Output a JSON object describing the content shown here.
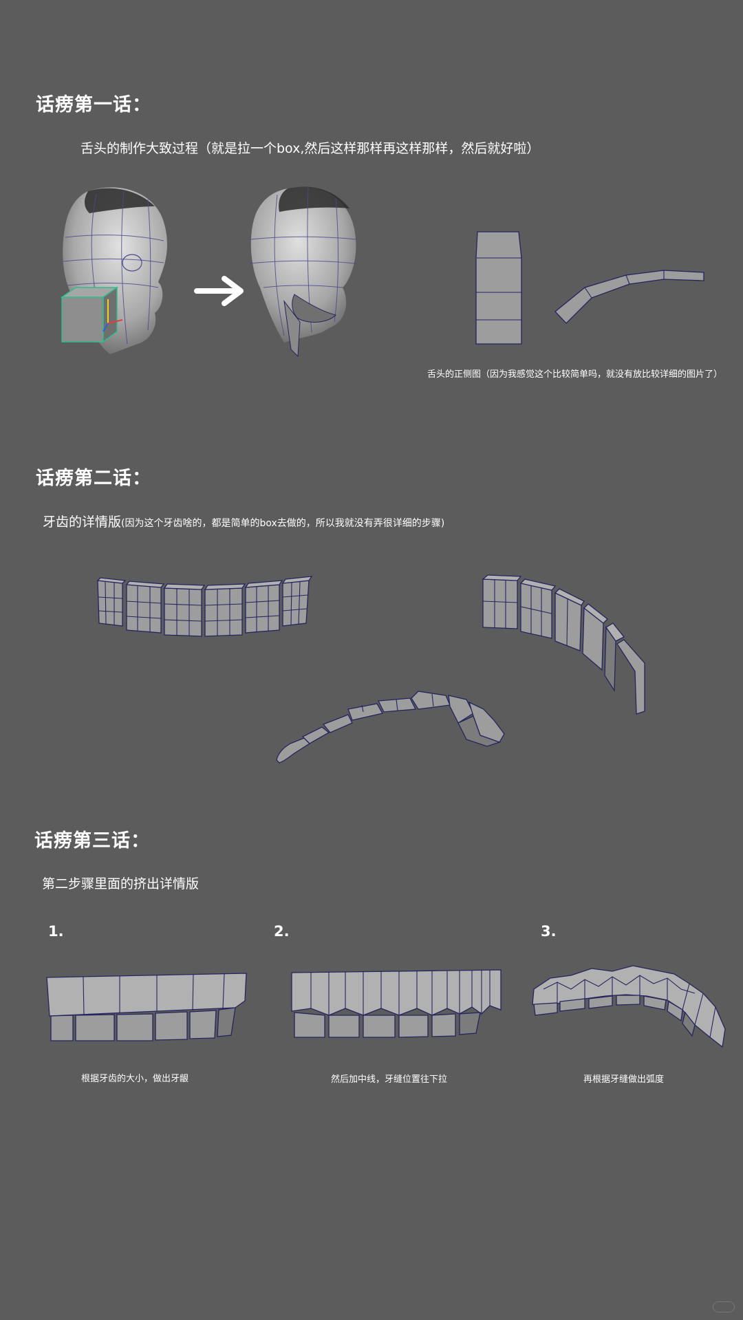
{
  "section1": {
    "heading": "话痨第一话：",
    "subtitle": "舌头的制作大致过程（就是拉一个box,然后这样那样再这样那样，然后就好啦）",
    "caption": "舌头的正侧图（因为我感觉这个比较简单吗，就没有放比较详细的图片了）"
  },
  "section2": {
    "heading": "话痨第二话：",
    "subtitle_main": "牙齿的详情版",
    "subtitle_note": "(因为这个牙齿啥的，都是简单的box去做的，所以我就没有弄很详细的步骤)"
  },
  "section3": {
    "heading": "话痨第三话：",
    "subtitle": "第二步骤里面的挤出详情版",
    "steps": [
      {
        "num": "1.",
        "caption": "根据牙齿的大小，做出牙龈"
      },
      {
        "num": "2.",
        "caption": "然后加中线，牙缝位置往下拉"
      },
      {
        "num": "3.",
        "caption": "再根据牙缝做出弧度"
      }
    ]
  },
  "colors": {
    "background": "#5c5c5c",
    "mesh_gray": "#9d9d9d",
    "wire": "#24245e"
  }
}
